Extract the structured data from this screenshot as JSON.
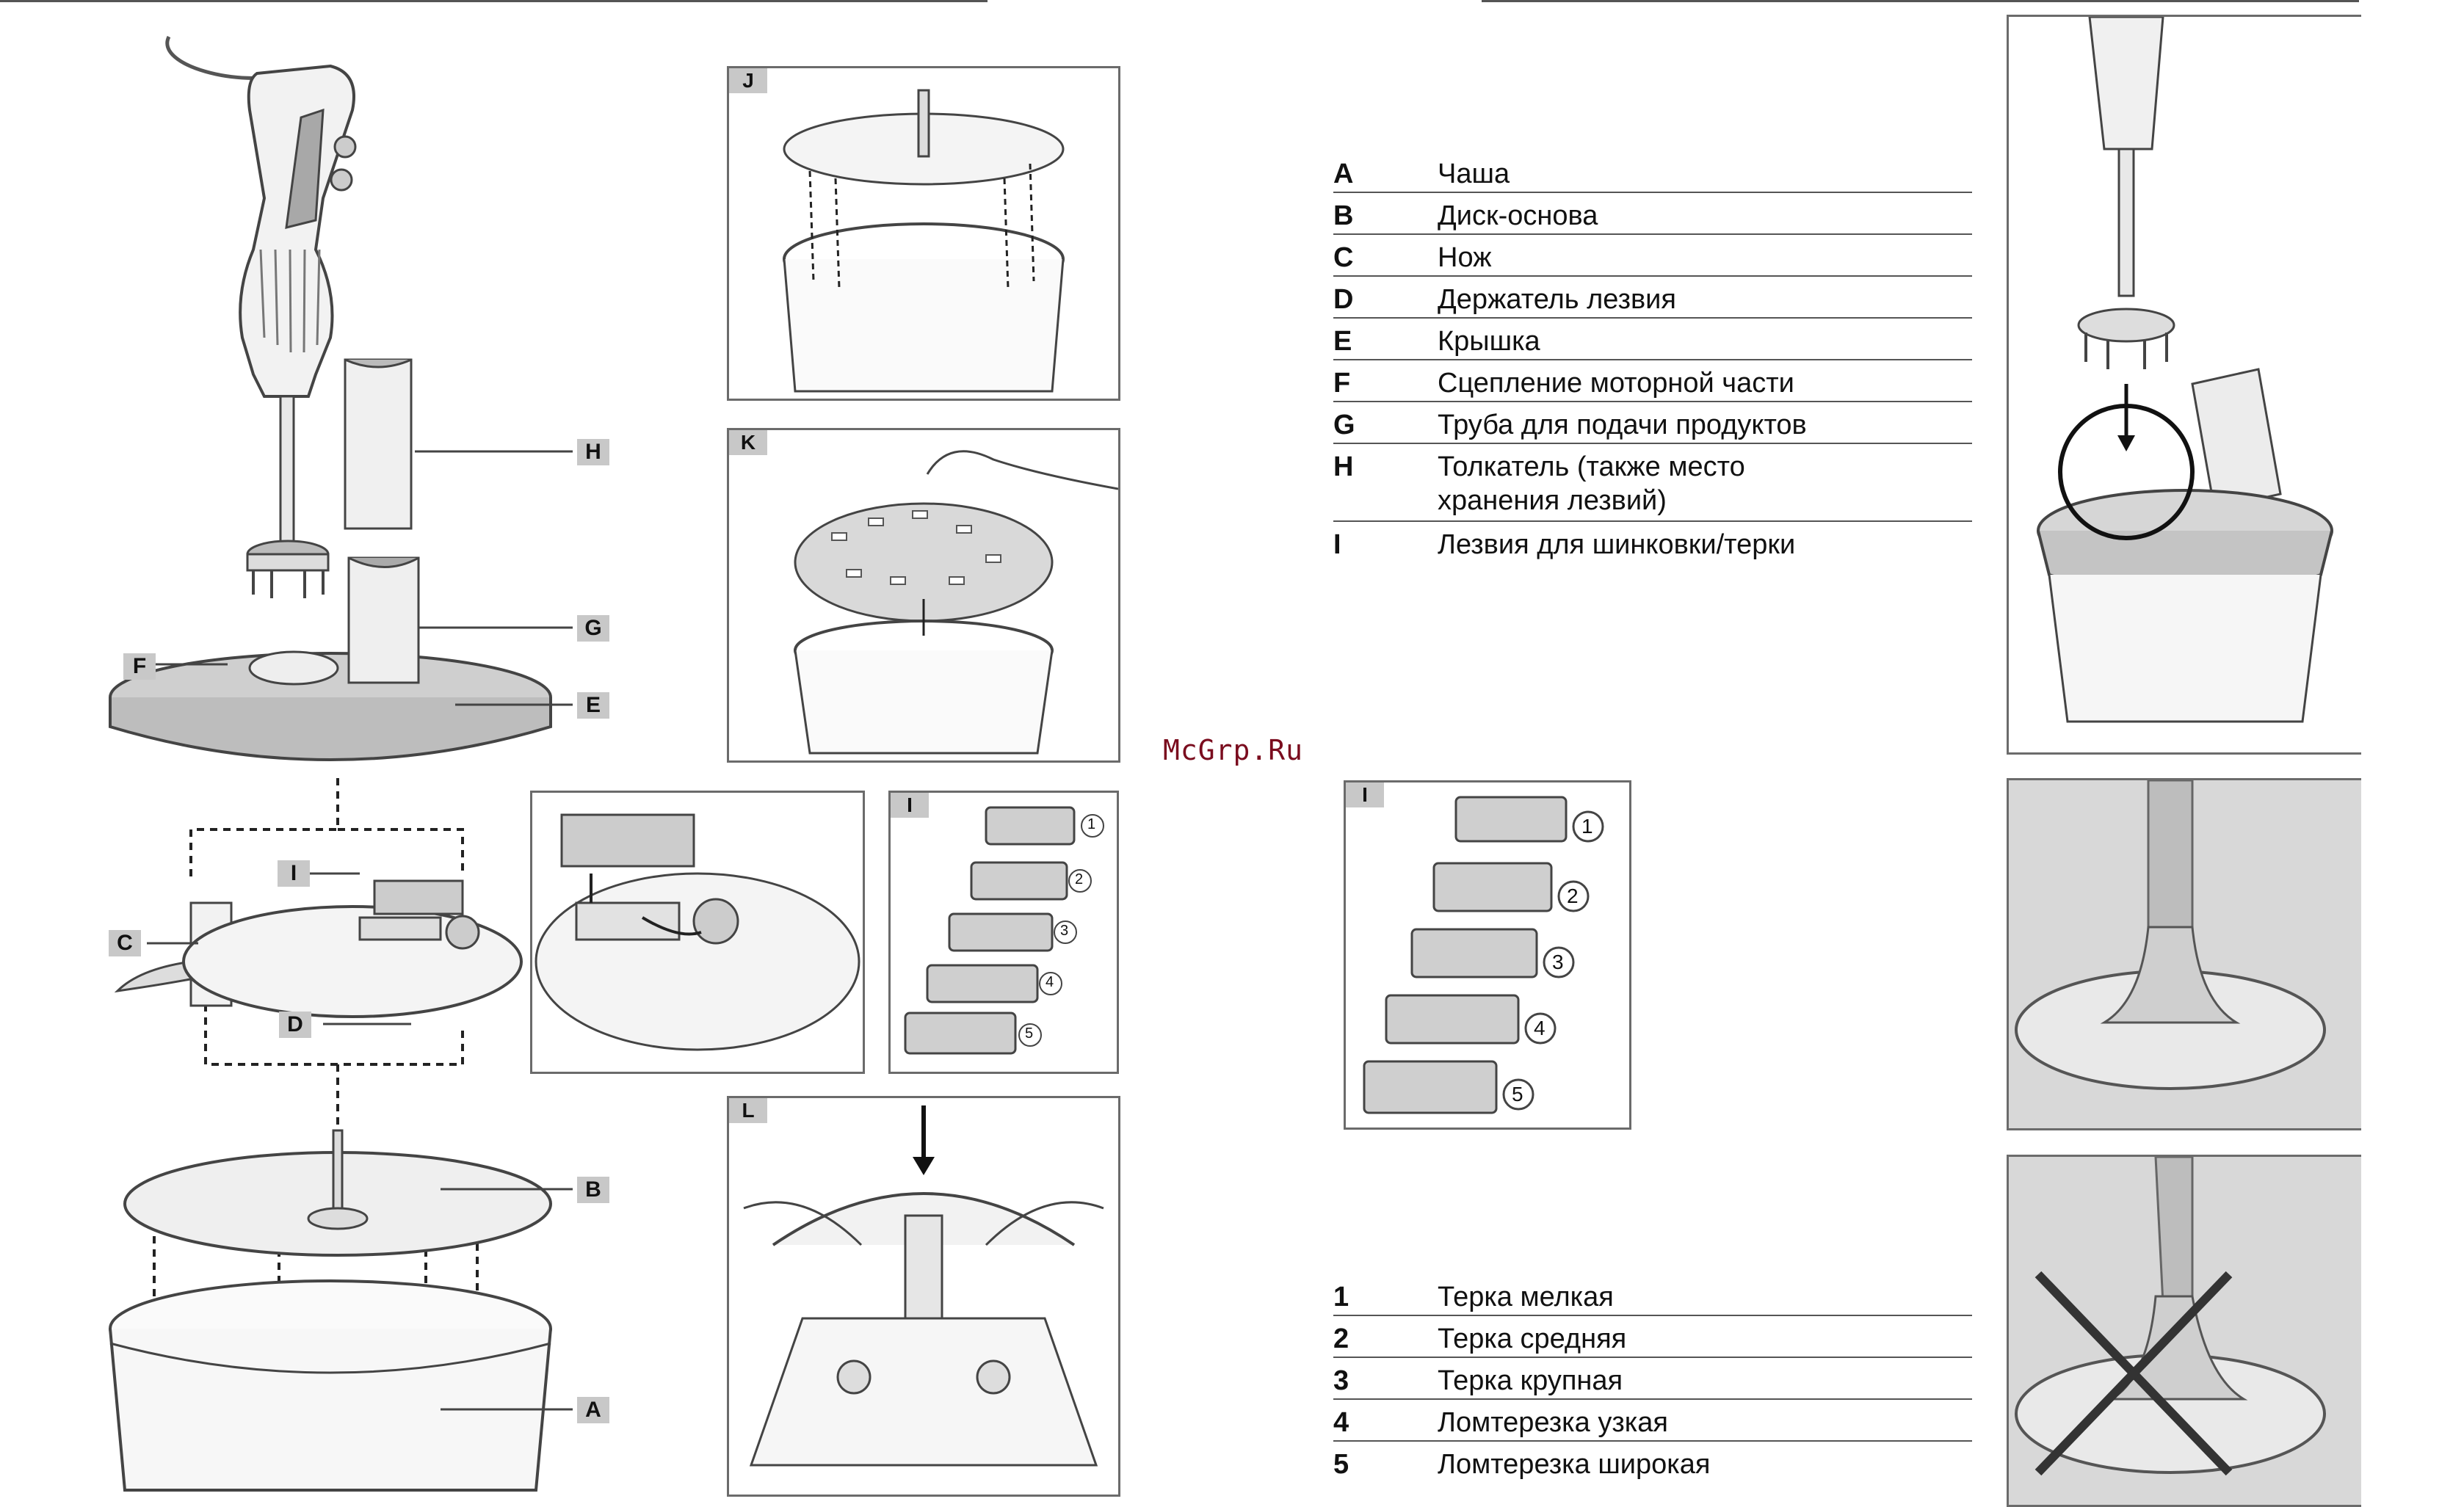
{
  "watermark": "McGrp.Ru",
  "panel_letters": {
    "J": "J",
    "K": "K",
    "L": "L",
    "I_small": "I",
    "I_large": "I"
  },
  "callouts": {
    "A": "A",
    "B": "B",
    "C": "C",
    "D": "D",
    "E": "E",
    "F": "F",
    "G": "G",
    "H": "H",
    "I": "I"
  },
  "blade_numbers": [
    "1",
    "2",
    "3",
    "4",
    "5"
  ],
  "parts_legend": [
    {
      "key": "A",
      "label": "Чаша"
    },
    {
      "key": "B",
      "label": "Диск-основа"
    },
    {
      "key": "C",
      "label": "Нож"
    },
    {
      "key": "D",
      "label": "Держатель лезвия"
    },
    {
      "key": "E",
      "label": "Крышка"
    },
    {
      "key": "F",
      "label": "Сцепление моторной части"
    },
    {
      "key": "G",
      "label": "Труба для подачи продуктов"
    },
    {
      "key": "H",
      "label": "Толкатель (также место хранения лезвий)"
    },
    {
      "key": "I",
      "label": "Лезвия для шинковки/терки"
    }
  ],
  "blades_legend": [
    {
      "key": "1",
      "label": "Терка мелкая"
    },
    {
      "key": "2",
      "label": "Терка средняя"
    },
    {
      "key": "3",
      "label": "Терка крупная"
    },
    {
      "key": "4",
      "label": "Ломтерезка узкая"
    },
    {
      "key": "5",
      "label": "Ломтерезка широкая"
    }
  ],
  "colors": {
    "line": "#555555",
    "tag_fill": "#c8c8c8",
    "part_gray": "#9a9a9a",
    "watermark": "#7a0c1e"
  }
}
